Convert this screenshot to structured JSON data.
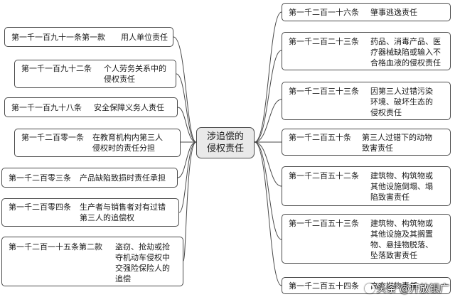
{
  "center": {
    "label": "涉追偿的\n侵权责任"
  },
  "left_nodes": [
    {
      "article": "第一千一百九十一条第一款",
      "desc": "用人单位责任"
    },
    {
      "article": "第一千一百九十二条",
      "desc": "个人劳务关系中的\n侵权责任"
    },
    {
      "article": "第一千一百九十八条",
      "desc": "安全保障义务人责任"
    },
    {
      "article": "第一千二百零一条",
      "desc": "在教育机构内第三人\n侵权时的责任分担"
    },
    {
      "article": "第一千二百零三条",
      "desc": "产品缺陷致损时责任承担"
    },
    {
      "article": "第一千二百零四条",
      "desc": "生产者与销售者对有过错\n第三人的追偿权"
    },
    {
      "article": "第一千二百一十五条第二款",
      "desc": "盗窃、抢劫或抢\n夺机动车侵权中\n交强险保险人的\n追偿"
    }
  ],
  "right_nodes": [
    {
      "article": "第一千二百一十六条",
      "desc": "肇事逃逸责任"
    },
    {
      "article": "第一千二百二十三条",
      "desc": "药品、消毒产品、医\n疗器械缺陷或输入不\n合格血液的侵权责任"
    },
    {
      "article": "第一千二百三十三条",
      "desc": "因第三人过错污染\n环境、破坏生态的\n侵权责任"
    },
    {
      "article": "第一千二百五十条",
      "desc": "第三人过错下的动物\n致害责任"
    },
    {
      "article": "第一千二百五十二条",
      "desc": "建筑物、构筑物或\n其他设施倒塌、塌\n陷致害责任"
    },
    {
      "article": "第一千二百五十三条",
      "desc": "建筑物、构筑物或\n其他设施及其搁置\n物、悬挂物脱落、\n坠落致害责任"
    },
    {
      "article": "第一千二百五十四条",
      "desc": "高空抛物责任"
    }
  ],
  "watermark": {
    "text": "头条 @开放银广"
  },
  "colors": {
    "line": "#4a4a4a",
    "center_fill": "#e9e9e9",
    "node_border": "#4a4a4a"
  }
}
